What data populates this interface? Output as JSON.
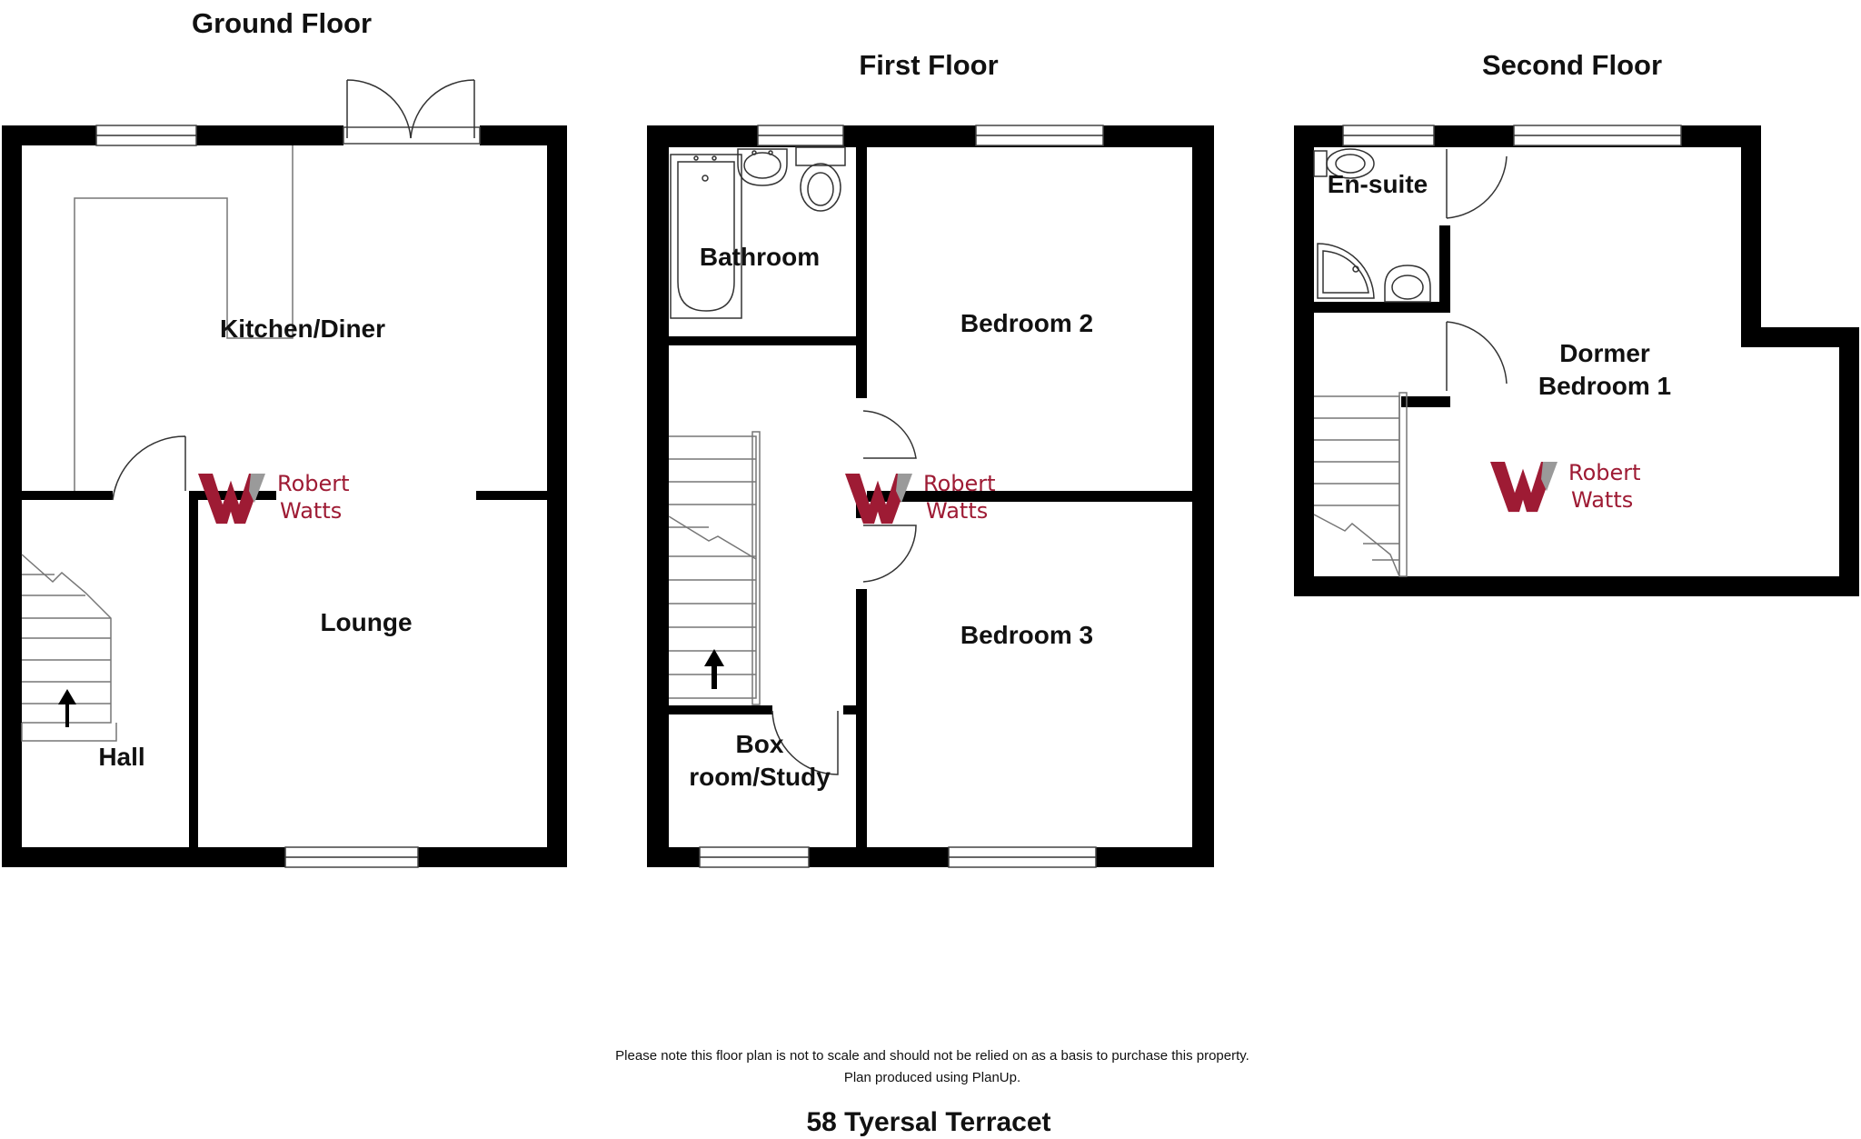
{
  "floors": {
    "ground": {
      "title": "Ground Floor",
      "rooms": {
        "kitchen": "Kitchen/Diner",
        "lounge": "Lounge",
        "hall": "Hall"
      }
    },
    "first": {
      "title": "First Floor",
      "rooms": {
        "bathroom": "Bathroom",
        "bedroom2": "Bedroom 2",
        "bedroom3": "Bedroom 3",
        "box_line1": "Box",
        "box_line2": "room/Study"
      }
    },
    "second": {
      "title": "Second Floor",
      "rooms": {
        "ensuite": "En-suite",
        "dormer_line1": "Dormer",
        "dormer_line2": "Bedroom 1"
      }
    }
  },
  "watermark": {
    "line1": "Robert",
    "line2": "Watts",
    "color": "#9e1b34",
    "icon": "rw-logo-icon"
  },
  "footer": {
    "disclaimer": "Please note this floor plan is not to scale and should not be relied on as a basis to purchase this property.",
    "produced_by": "Plan produced using PlanUp.",
    "address": "58 Tyersal Terracet"
  }
}
